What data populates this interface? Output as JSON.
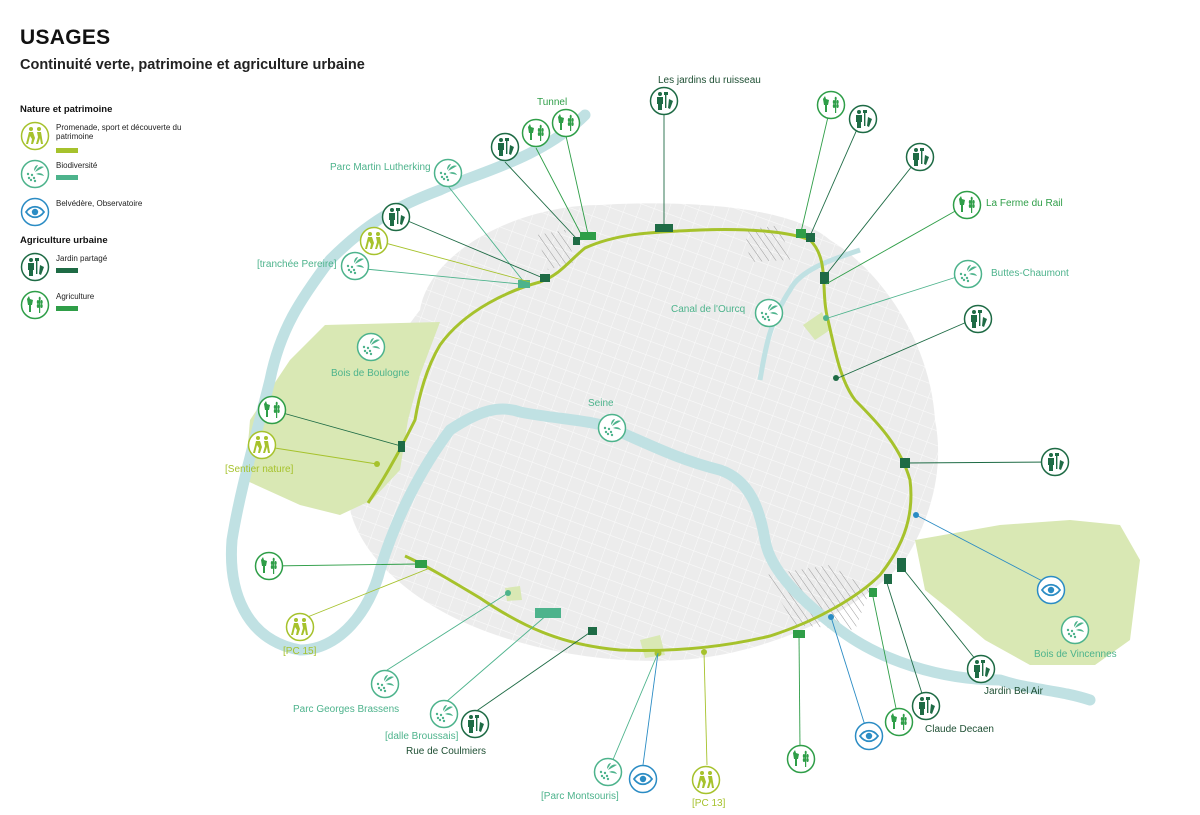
{
  "header": {
    "title": "USAGES",
    "subtitle": "Continuité verte, patrimoine et agriculture urbaine"
  },
  "legend": {
    "group1_title": "Nature et patrimoine",
    "group2_title": "Agriculture urbaine",
    "items": [
      {
        "label": "Promenade, sport et découverte du patrimoine",
        "icon": "walkers-icon",
        "color": "#a6c22c"
      },
      {
        "label": "Biodiversité",
        "icon": "biodiversity-icon",
        "color": "#4db38c"
      },
      {
        "label": "Belvédère, Observatoire",
        "icon": "eye-icon",
        "color": "#2b8cc4"
      },
      {
        "label": "Jardin partagé",
        "icon": "gardener-icon",
        "color": "#1e6b45"
      },
      {
        "label": "Agriculture",
        "icon": "goat-wheat-icon",
        "color": "#2f9e48"
      }
    ]
  },
  "colors": {
    "loop": "#a6c22c",
    "seine": "#c0e1e3",
    "park": "#d9e8b4",
    "walk": "#a6c22c",
    "bio": "#4db38c",
    "eye": "#2b8cc4",
    "garden": "#1e6b45",
    "agri": "#2f9e48"
  },
  "labels": {
    "jardins_ruisseau": "Les jardins du ruisseau",
    "tunnel": "Tunnel",
    "martin": "Parc Martin Lutherking",
    "pereire": "[tranchée Pereire]",
    "ferme_rail": "La Ferme du Rail",
    "buttes": "Buttes-Chaumont",
    "ourcq": "Canal de l'Ourcq",
    "bois_boulogne": "Bois de Boulogne",
    "sentier": "[Sentier nature]",
    "seine": "Seine",
    "pc15": "[PC 15]",
    "brassens": "Parc Georges Brassens",
    "broussais": "[dalle Broussais]",
    "coulmiers": "Rue de Coulmiers",
    "montsouris": "[Parc Montsouris]",
    "pc13": "[PC 13]",
    "decaen": "Claude Decaen",
    "bel_air": "Jardin Bel Air",
    "bois_vincennes": "Bois de Vincennes"
  }
}
